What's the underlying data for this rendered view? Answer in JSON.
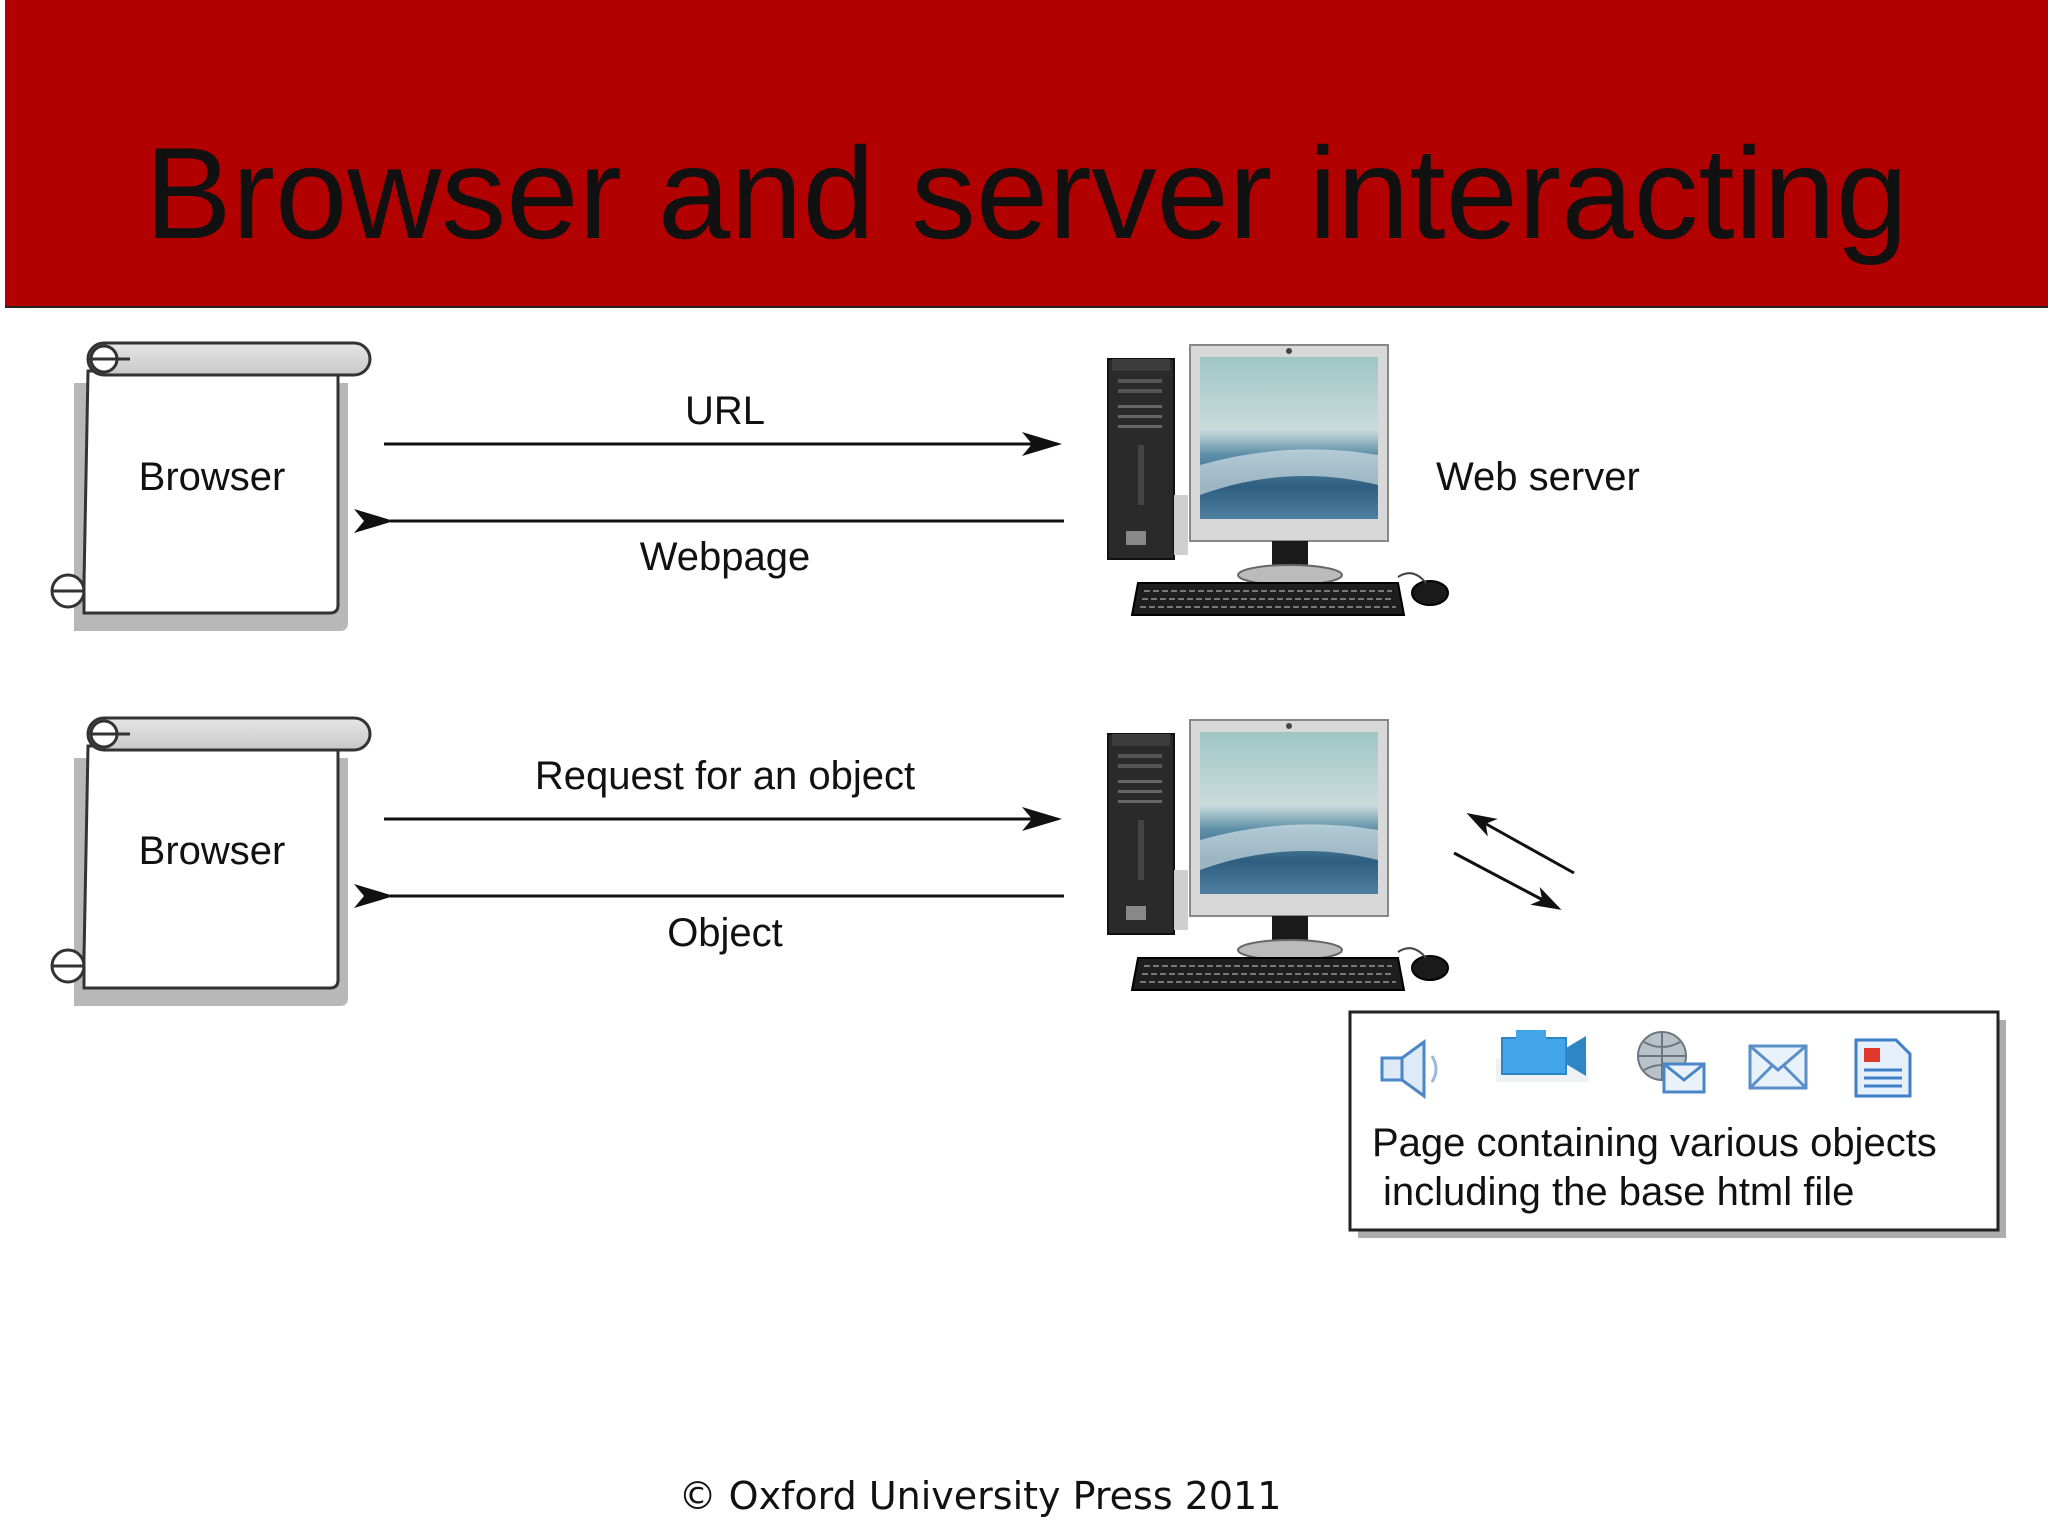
{
  "title": "Browser and server interacting",
  "rows": [
    {
      "browser_label": "Browser",
      "request_label": "URL",
      "response_label": "Webpage",
      "server_label": "Web server"
    },
    {
      "browser_label": "Browser",
      "request_label": "Request for an object",
      "response_label": "Object",
      "server_label": ""
    }
  ],
  "objects_box": {
    "line1": "Page containing various objects",
    "line2": "including the base html file",
    "icons": [
      "speaker-icon",
      "video-camera-icon",
      "globe-mail-icon",
      "envelope-icon",
      "document-icon"
    ]
  },
  "footer": "© Oxford University Press 2011",
  "colors": {
    "title_bar": "#b20000",
    "icon_blue": "#3a8fd8"
  }
}
